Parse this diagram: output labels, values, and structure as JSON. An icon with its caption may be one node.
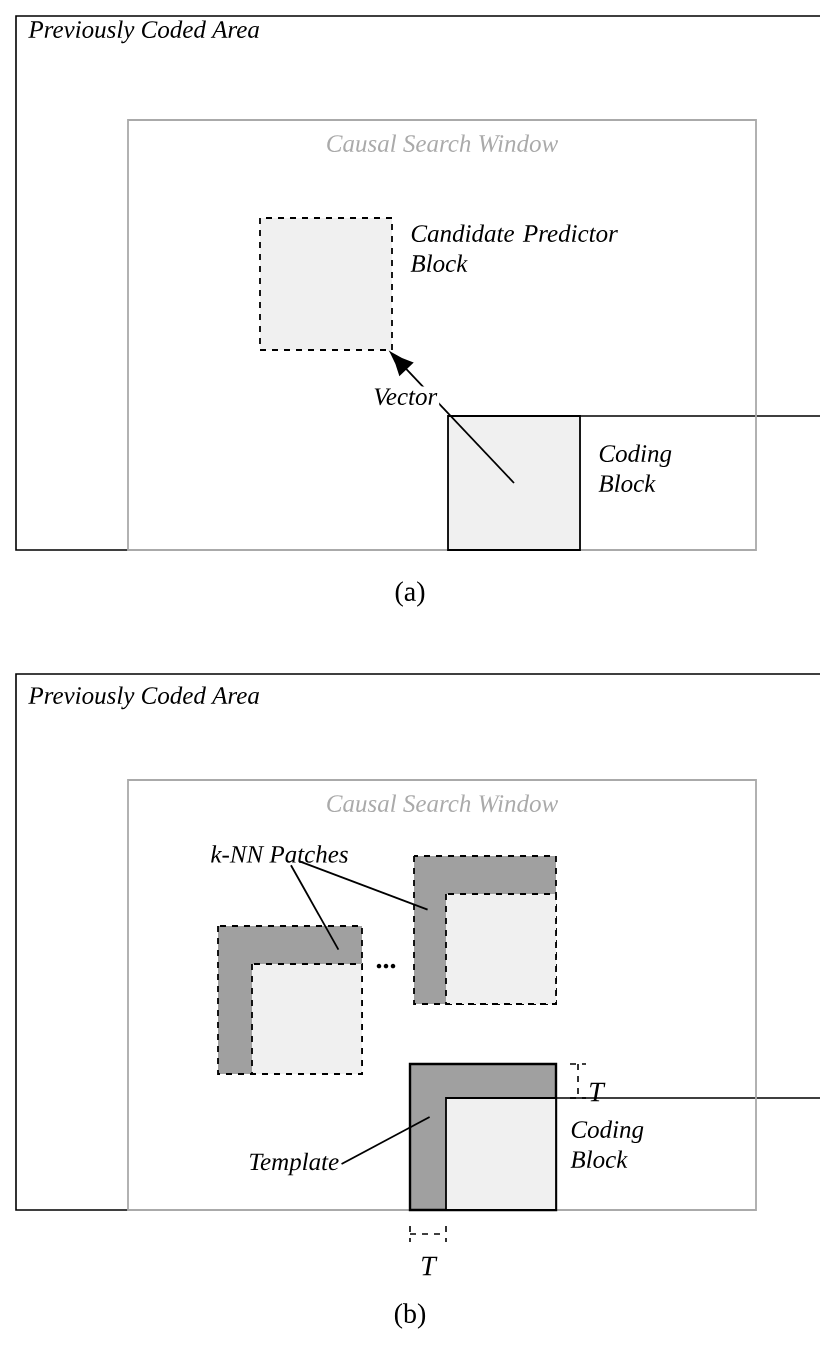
{
  "diagram": {
    "nodes": [
      {
        "text": [
          "Previously Coded Area"
        ]
      },
      {
        "text": [
          "Causal Search Window"
        ],
        "in": 0
      },
      {
        "text": [
          "Candidate Predictor Block"
        ],
        "in": 1
      },
      {
        "text": [
          "Coding Block"
        ],
        "in": 1
      },
      {
        "text": [
          "Previously Coded Area"
        ]
      },
      {
        "text": [
          "Causal Search Window"
        ],
        "in": 4
      },
      {
        "text": [
          "k-NN Patches"
        ],
        "in": 5
      },
      {
        "text": [],
        "shape": "box",
        "in": 5
      },
      {
        "text": [],
        "shape": "box",
        "in": 5
      },
      {
        "text": [
          "Template"
        ],
        "in": 5
      },
      {
        "text": [],
        "shape": "box",
        "in": 5
      },
      {
        "text": [
          "Coding Block"
        ],
        "in": 10
      }
    ],
    "edges": [
      {
        "from": 3,
        "to": 2,
        "arrow": "to",
        "label": "Vector"
      },
      {
        "from": 6,
        "to": 7,
        "arrow": "none"
      },
      {
        "from": 6,
        "to": 8,
        "arrow": "none"
      },
      {
        "from": 9,
        "to": 10,
        "arrow": "none"
      }
    ],
    "labels": [
      "(a)",
      "...",
      "T",
      "T",
      "(b)"
    ]
  }
}
